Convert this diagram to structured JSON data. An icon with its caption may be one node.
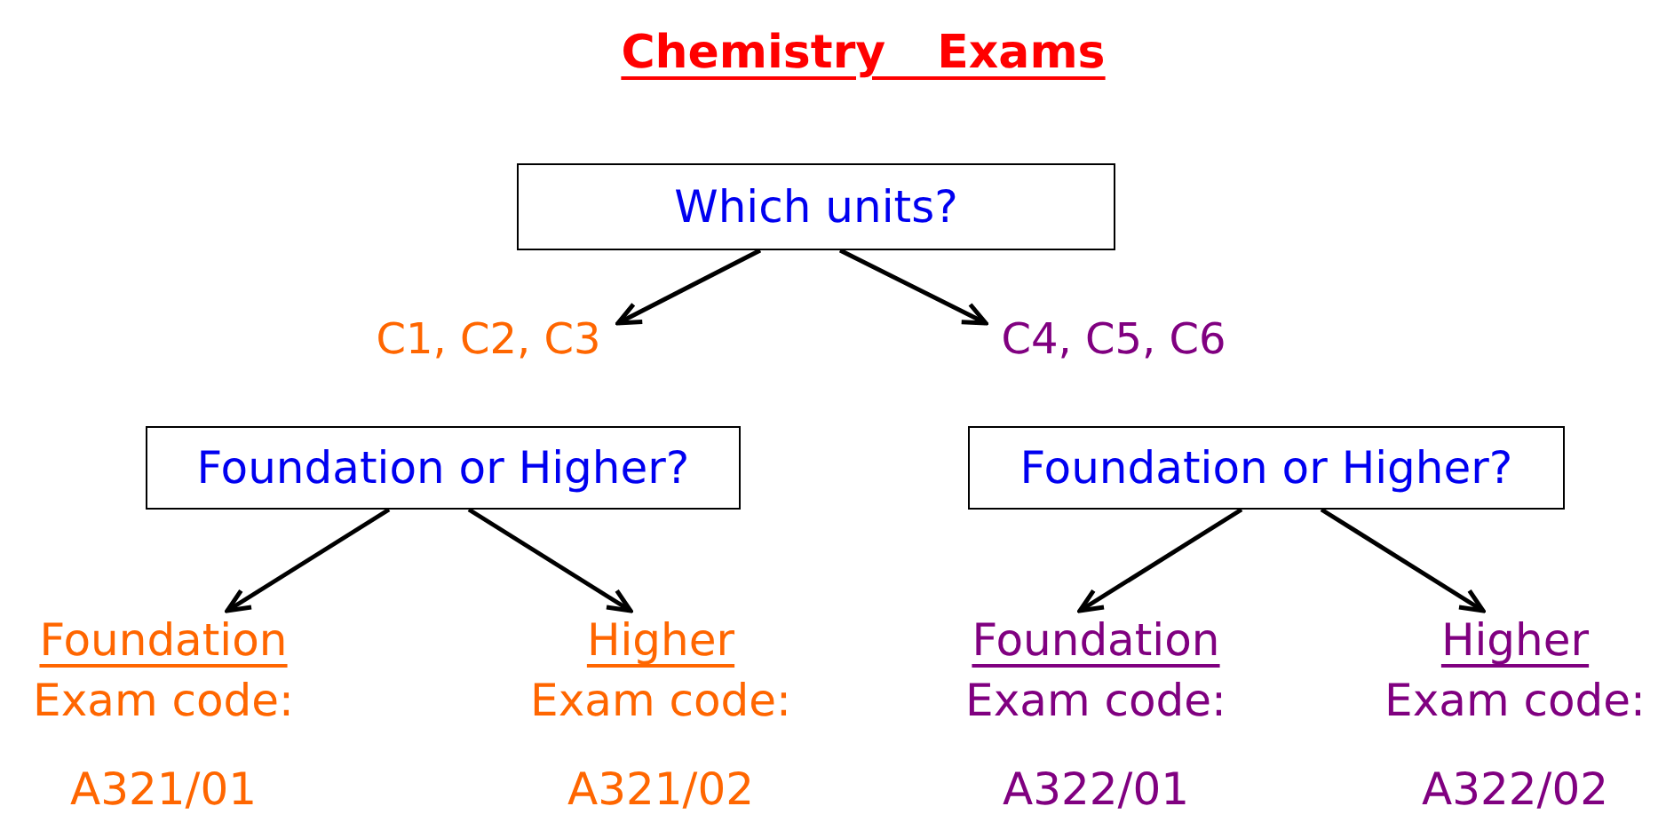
{
  "diagram": {
    "title": "Chemistry Exams",
    "nodes": [
      {
        "text": [
          "Which units?"
        ]
      },
      {
        "text": [
          "C1, C2, C3"
        ]
      },
      {
        "text": [
          "C4, C5, C6"
        ]
      },
      {
        "text": [
          "Foundation or Higher?"
        ]
      },
      {
        "text": [
          "Foundation or Higher?"
        ]
      },
      {
        "text": [
          "Foundation",
          "Exam code:",
          "A321/01"
        ]
      },
      {
        "text": [
          "Higher",
          "Exam code:",
          "A321/02"
        ]
      },
      {
        "text": [
          "Foundation",
          "Exam code:",
          "A322/01"
        ]
      },
      {
        "text": [
          "Higher",
          "Exam code:",
          "A322/02"
        ]
      }
    ],
    "edges": [
      {
        "from": 0,
        "to": 1,
        "arrow": "to"
      },
      {
        "from": 0,
        "to": 2,
        "arrow": "to"
      },
      {
        "from": 3,
        "to": 5,
        "arrow": "to"
      },
      {
        "from": 3,
        "to": 6,
        "arrow": "to"
      },
      {
        "from": 4,
        "to": 7,
        "arrow": "to"
      },
      {
        "from": 4,
        "to": 8,
        "arrow": "to"
      }
    ]
  }
}
